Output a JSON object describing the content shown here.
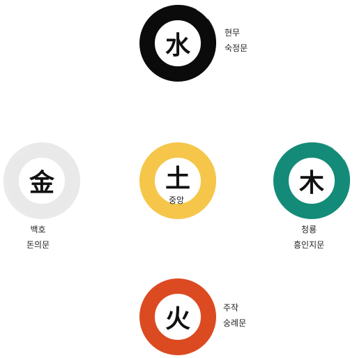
{
  "elements": {
    "water": {
      "glyph": "水",
      "color": "#0b0b0b",
      "line1": "현무",
      "line2": "숙정문"
    },
    "metal": {
      "glyph": "金",
      "color": "#e9e9e9",
      "line1": "백호",
      "line2": "돈의문"
    },
    "earth": {
      "glyph": "土",
      "color": "#f5c64a",
      "label": "중앙"
    },
    "wood": {
      "glyph": "木",
      "color": "#148b78",
      "line1": "청룡",
      "line2": "흥인지문"
    },
    "fire": {
      "glyph": "火",
      "color": "#dc4a22",
      "line1": "주작",
      "line2": "숭례문"
    }
  }
}
